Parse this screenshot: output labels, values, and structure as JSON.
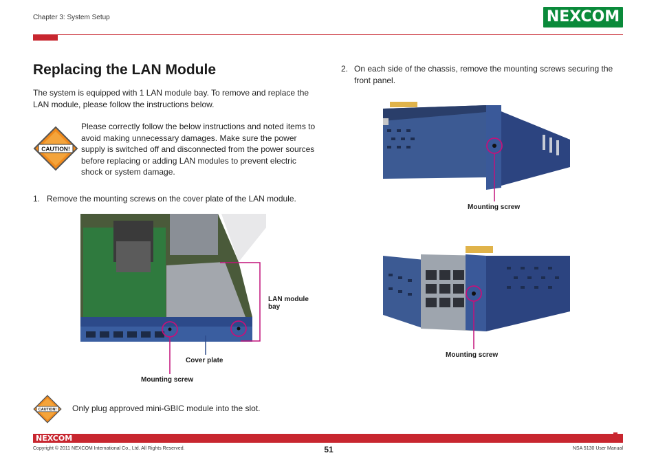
{
  "header": {
    "chapter": "Chapter 3: System Setup",
    "logo": "NEXCOM",
    "brand_color": "#c8262f",
    "logo_color": "#0a8a3a"
  },
  "main": {
    "title": "Replacing the LAN Module",
    "intro": "The system is equipped with 1 LAN module bay. To remove and replace the LAN module, please follow the instructions below.",
    "caution_icon": "caution-icon",
    "caution_label": "CAUTION!",
    "caution_text": "Please correctly follow the below instructions and noted items to avoid making unnecessary damages. Make sure the power supply is switched off and disconnected from the power sources before replacing or adding LAN modules to prevent electric shock or system damage.",
    "step1_num": "1.",
    "step1": "Remove the mounting screws on the cover plate of the LAN module.",
    "step2_num": "2.",
    "step2": "On each side of the chassis, remove the mounting screws securing the front panel.",
    "fig1": {
      "lan_bay": "LAN module bay",
      "cover_plate": "Cover plate",
      "mounting_screw": "Mounting screw"
    },
    "fig2": {
      "mounting_screw": "Mounting screw"
    },
    "fig3": {
      "mounting_screw": "Mounting screw"
    },
    "note_text": "Only plug approved mini-GBIC module into the slot."
  },
  "footer": {
    "logo": "NEXCOM",
    "copyright": "Copyright © 2011 NEXCOM International Co., Ltd. All Rights Reserved.",
    "page": "51",
    "manual": "NSA 5130 User Manual"
  }
}
